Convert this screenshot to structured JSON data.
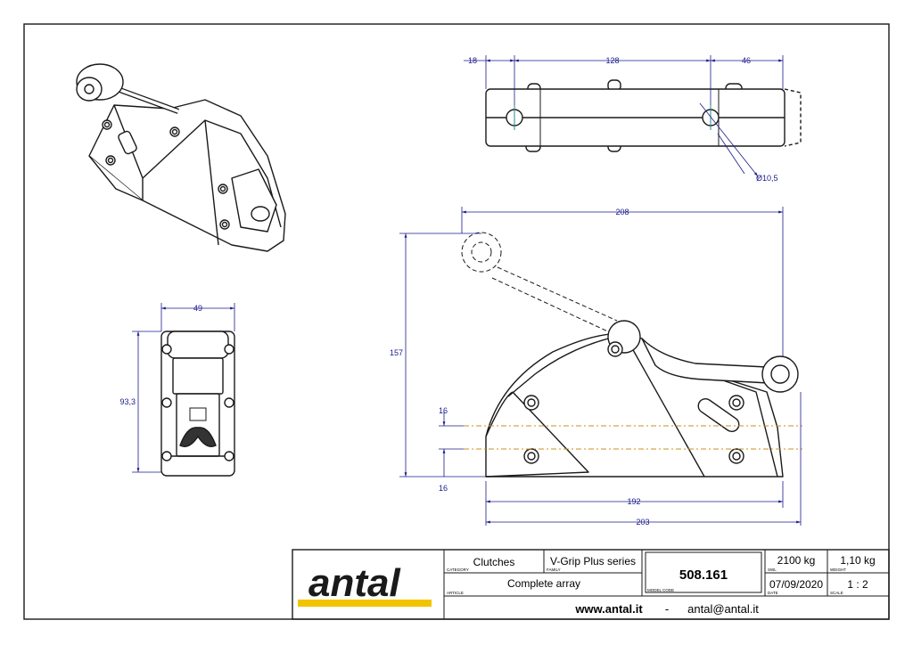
{
  "dimensions": {
    "top_left": "18",
    "top_mid": "128",
    "top_right": "46",
    "hole_diameter": "Ø10,5",
    "overall_length": "208",
    "overall_height": "157",
    "offset_upper": "16",
    "offset_lower": "16",
    "base_length": "192",
    "total_length": "203",
    "front_width": "49",
    "front_height": "93,3"
  },
  "title_block": {
    "logo": "antal",
    "category_value": "Clutches",
    "category_label": "CATEGORY",
    "family_value": "V-Grip Plus series",
    "family_label": "FAMILY",
    "article_value": "Complete array",
    "article_label": "ARTICLE",
    "model_code_value": "508.161",
    "model_code_label": "MODEL CODE",
    "swl_value": "2100 kg",
    "swl_label": "SWL",
    "weight_value": "1,10 kg",
    "weight_label": "WEIGHT",
    "date_value": "07/09/2020",
    "date_label": "DATE",
    "scale_value": "1 : 2",
    "scale_label": "SCALE",
    "website": "www.antal.it",
    "separator": "-",
    "email": "antal@antal.it"
  },
  "colors": {
    "dimension": "#1a1a8c",
    "centerline": "#c89020",
    "logo_bar": "#f2c400",
    "outline": "#1a1a1a"
  }
}
